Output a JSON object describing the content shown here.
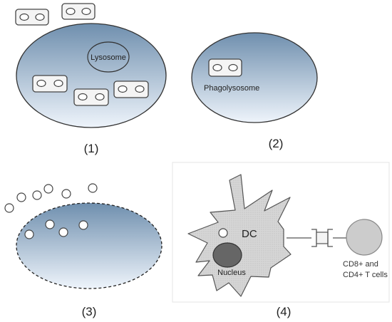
{
  "panel1": {
    "number": "(1)",
    "lysosome_label": "Lysosome"
  },
  "panel2": {
    "number": "(2)",
    "phagolysosome_label": "Phagolysosome"
  },
  "panel3": {
    "number": "(3)"
  },
  "panel4": {
    "number": "(4)",
    "dc_label": "DC",
    "nucleus_label": "Nucleus",
    "tcell_line1": "CD8+ and",
    "tcell_line2": "CD4+ T cells"
  }
}
